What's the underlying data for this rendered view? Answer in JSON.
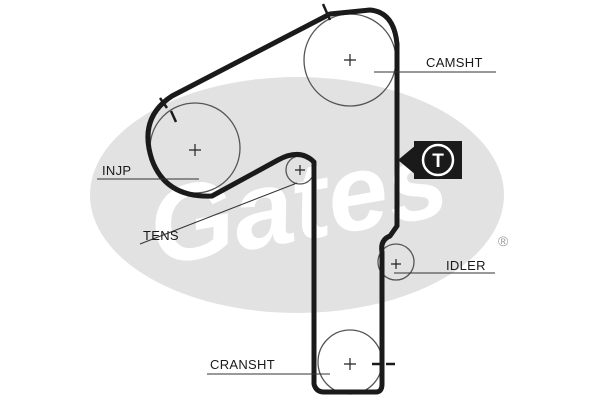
{
  "diagram": {
    "labels": {
      "camshaft": "CAMSHT",
      "injection_pump": "INJP",
      "tensioner": "TENS",
      "idler": "IDLER",
      "crankshaft": "CRANSHT"
    },
    "tensioner_symbol": "T",
    "watermark": {
      "brand": "Gates",
      "registered_mark": "®"
    },
    "colors": {
      "belt": "#1a1a1a",
      "pulley_outline": "#555555",
      "watermark": "#e2e2e2",
      "symbol_bg": "#1a1a1a"
    }
  }
}
